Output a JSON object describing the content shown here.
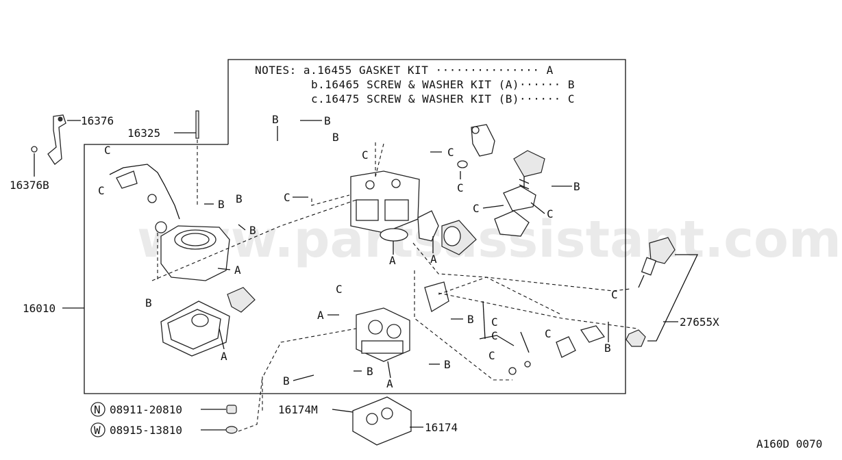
{
  "notes": {
    "line_a": "NOTES: a.16455 GASKET KIT ··············· A",
    "line_b": "b.16465 SCREW & WASHER KIT (A)······ B",
    "line_c": "c.16475 SCREW & WASHER KIT (B)······ C"
  },
  "parts": {
    "p16376": "16376",
    "p16376b": "16376B",
    "p16325": "16325",
    "p16010": "16010",
    "p27655x": "27655X",
    "p16174m": "16174M",
    "p16174": "16174",
    "p08911": "08911-20810",
    "p08915": "08915-13810"
  },
  "markers": {
    "n": "N",
    "w": "W"
  },
  "letters": {
    "a": "A",
    "b": "B",
    "c": "C"
  },
  "watermark": "www.partsassistant.com",
  "figure_code": "A160D 0070"
}
